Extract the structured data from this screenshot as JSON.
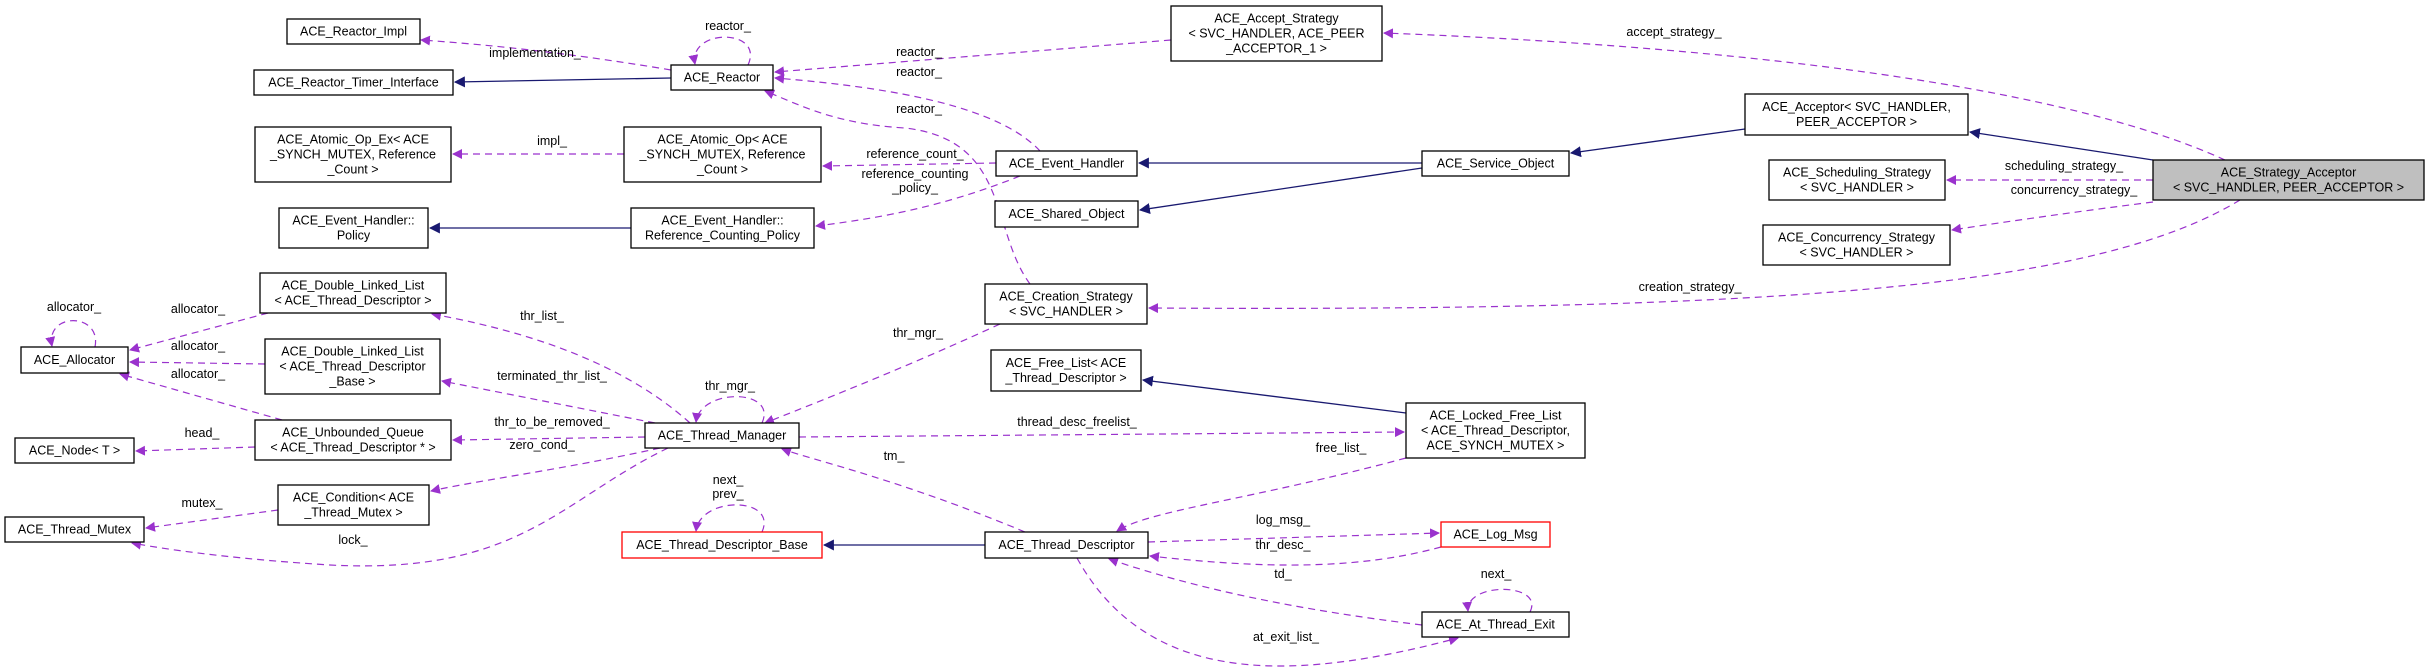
{
  "title": "ACE_Strategy_Acceptor collaboration diagram",
  "colors": {
    "usage_edge": "#9a32cd",
    "inheritance_edge": "#191970",
    "focus_node_fill": "#bfbfbf",
    "incomplete_node_border": "#ff0000"
  },
  "nodes": [
    {
      "id": "reactor_impl",
      "lines": [
        "ACE_Reactor_Impl"
      ]
    },
    {
      "id": "timer",
      "lines": [
        "ACE_Reactor_Timer_Interface"
      ]
    },
    {
      "id": "reactor",
      "lines": [
        "ACE_Reactor"
      ]
    },
    {
      "id": "atomic_ex",
      "lines": [
        "ACE_Atomic_Op_Ex< ACE",
        "_SYNCH_MUTEX, Reference",
        "_Count >"
      ]
    },
    {
      "id": "atomic",
      "lines": [
        "ACE_Atomic_Op< ACE",
        "_SYNCH_MUTEX, Reference",
        "_Count >"
      ]
    },
    {
      "id": "policy",
      "lines": [
        "ACE_Event_Handler::",
        "Policy"
      ]
    },
    {
      "id": "rcp",
      "lines": [
        "ACE_Event_Handler::",
        "Reference_Counting_Policy"
      ]
    },
    {
      "id": "dll",
      "lines": [
        "ACE_Double_Linked_List",
        "< ACE_Thread_Descriptor >"
      ]
    },
    {
      "id": "allocator",
      "lines": [
        "ACE_Allocator"
      ]
    },
    {
      "id": "dllb",
      "lines": [
        "ACE_Double_Linked_List",
        "< ACE_Thread_Descriptor",
        "_Base >"
      ]
    },
    {
      "id": "uq",
      "lines": [
        "ACE_Unbounded_Queue",
        "< ACE_Thread_Descriptor * >"
      ]
    },
    {
      "id": "node",
      "lines": [
        "ACE_Node< T >"
      ]
    },
    {
      "id": "cond",
      "lines": [
        "ACE_Condition< ACE",
        "_Thread_Mutex >"
      ]
    },
    {
      "id": "mutex",
      "lines": [
        "ACE_Thread_Mutex"
      ]
    },
    {
      "id": "tm",
      "lines": [
        "ACE_Thread_Manager"
      ]
    },
    {
      "id": "tdb",
      "lines": [
        "ACE_Thread_Descriptor_Base"
      ],
      "style": "red"
    },
    {
      "id": "accept",
      "lines": [
        "ACE_Accept_Strategy",
        "< SVC_HANDLER, ACE_PEER",
        "_ACCEPTOR_1 >"
      ]
    },
    {
      "id": "eh",
      "lines": [
        "ACE_Event_Handler"
      ]
    },
    {
      "id": "so",
      "lines": [
        "ACE_Service_Object"
      ]
    },
    {
      "id": "sho",
      "lines": [
        "ACE_Shared_Object"
      ]
    },
    {
      "id": "creation",
      "lines": [
        "ACE_Creation_Strategy",
        "< SVC_HANDLER >"
      ]
    },
    {
      "id": "freelist",
      "lines": [
        "ACE_Free_List< ACE",
        "_Thread_Descriptor >"
      ]
    },
    {
      "id": "lfl",
      "lines": [
        "ACE_Locked_Free_List",
        "< ACE_Thread_Descriptor,",
        "ACE_SYNCH_MUTEX >"
      ]
    },
    {
      "id": "td",
      "lines": [
        "ACE_Thread_Descriptor"
      ]
    },
    {
      "id": "logmsg",
      "lines": [
        "ACE_Log_Msg"
      ],
      "style": "red"
    },
    {
      "id": "ate",
      "lines": [
        "ACE_At_Thread_Exit"
      ]
    },
    {
      "id": "acceptor",
      "lines": [
        "ACE_Acceptor< SVC_HANDLER,",
        "PEER_ACCEPTOR >"
      ]
    },
    {
      "id": "sched",
      "lines": [
        "ACE_Scheduling_Strategy",
        "< SVC_HANDLER >"
      ]
    },
    {
      "id": "conc",
      "lines": [
        "ACE_Concurrency_Strategy",
        "< SVC_HANDLER >"
      ]
    },
    {
      "id": "sa",
      "lines": [
        "ACE_Strategy_Acceptor",
        "< SVC_HANDLER, PEER_ACCEPTOR >"
      ],
      "style": "gray"
    }
  ],
  "edges": [
    {
      "from": "reactor",
      "to": "timer",
      "kind": "inherit",
      "label": []
    },
    {
      "from": "rcp",
      "to": "policy",
      "kind": "inherit",
      "label": []
    },
    {
      "from": "so",
      "to": "eh",
      "kind": "inherit",
      "label": []
    },
    {
      "from": "so",
      "to": "sho",
      "kind": "inherit",
      "label": []
    },
    {
      "from": "acceptor",
      "to": "so",
      "kind": "inherit",
      "label": []
    },
    {
      "from": "sa",
      "to": "acceptor",
      "kind": "inherit",
      "label": []
    },
    {
      "from": "lfl",
      "to": "freelist",
      "kind": "inherit",
      "label": []
    },
    {
      "from": "td",
      "to": "tdb",
      "kind": "inherit",
      "label": []
    },
    {
      "from": "reactor",
      "to": "reactor_impl",
      "kind": "use",
      "label": [
        "implementation_"
      ]
    },
    {
      "from": "reactor",
      "to": "reactor",
      "kind": "use",
      "label": [
        "reactor_"
      ]
    },
    {
      "from": "accept",
      "to": "reactor",
      "kind": "use",
      "label": [
        "reactor_"
      ]
    },
    {
      "from": "eh",
      "to": "reactor",
      "kind": "use",
      "label": [
        "reactor_"
      ]
    },
    {
      "from": "creation",
      "to": "reactor",
      "kind": "use",
      "label": [
        "reactor_"
      ]
    },
    {
      "from": "atomic",
      "to": "atomic_ex",
      "kind": "use",
      "label": [
        "impl_"
      ]
    },
    {
      "from": "eh",
      "to": "atomic",
      "kind": "use",
      "label": [
        "reference_count_"
      ]
    },
    {
      "from": "eh",
      "to": "rcp",
      "kind": "use",
      "label": [
        "reference_counting",
        "_policy_"
      ]
    },
    {
      "from": "sa",
      "to": "accept",
      "kind": "use",
      "label": [
        "accept_strategy_"
      ]
    },
    {
      "from": "sa",
      "to": "sched",
      "kind": "use",
      "label": [
        "scheduling_strategy_"
      ]
    },
    {
      "from": "sa",
      "to": "conc",
      "kind": "use",
      "label": [
        "concurrency_strategy_"
      ]
    },
    {
      "from": "sa",
      "to": "creation",
      "kind": "use",
      "label": [
        "creation_strategy_"
      ]
    },
    {
      "from": "allocator",
      "to": "allocator",
      "kind": "use",
      "label": [
        "allocator_"
      ]
    },
    {
      "from": "dll",
      "to": "allocator",
      "kind": "use",
      "label": [
        "allocator_"
      ]
    },
    {
      "from": "dllb",
      "to": "allocator",
      "kind": "use",
      "label": [
        "allocator_"
      ]
    },
    {
      "from": "uq",
      "to": "allocator",
      "kind": "use",
      "label": [
        "allocator_"
      ]
    },
    {
      "from": "uq",
      "to": "node",
      "kind": "use",
      "label": [
        "head_"
      ]
    },
    {
      "from": "tm",
      "to": "dll",
      "kind": "use",
      "label": [
        "thr_list_"
      ]
    },
    {
      "from": "tm",
      "to": "dllb",
      "kind": "use",
      "label": [
        "terminated_thr_list_"
      ]
    },
    {
      "from": "tm",
      "to": "tm",
      "kind": "use",
      "label": [
        "thr_mgr_"
      ]
    },
    {
      "from": "creation",
      "to": "tm",
      "kind": "use",
      "label": [
        "thr_mgr_"
      ]
    },
    {
      "from": "tm",
      "to": "uq",
      "kind": "use",
      "label": [
        "thr_to_be_removed_"
      ]
    },
    {
      "from": "tm",
      "to": "cond",
      "kind": "use",
      "label": [
        "zero_cond_"
      ]
    },
    {
      "from": "cond",
      "to": "mutex",
      "kind": "use",
      "label": [
        "mutex_"
      ]
    },
    {
      "from": "tm",
      "to": "mutex",
      "kind": "use",
      "label": [
        "lock_"
      ]
    },
    {
      "from": "tm",
      "to": "lfl",
      "kind": "use",
      "label": [
        "thread_desc_freelist_"
      ]
    },
    {
      "from": "td",
      "to": "tm",
      "kind": "use",
      "label": [
        "tm_"
      ]
    },
    {
      "from": "lfl",
      "to": "td",
      "kind": "use",
      "label": [
        "free_list_"
      ]
    },
    {
      "from": "tdb",
      "to": "tdb",
      "kind": "use",
      "label": [
        "next_",
        "prev_"
      ]
    },
    {
      "from": "td",
      "to": "logmsg",
      "kind": "use",
      "label": [
        "log_msg_"
      ]
    },
    {
      "from": "logmsg",
      "to": "td",
      "kind": "use",
      "label": [
        "thr_desc_"
      ]
    },
    {
      "from": "ate",
      "to": "td",
      "kind": "use",
      "label": [
        "td_"
      ]
    },
    {
      "from": "ate",
      "to": "ate",
      "kind": "use",
      "label": [
        "next_"
      ]
    },
    {
      "from": "td",
      "to": "ate",
      "kind": "use",
      "label": [
        "at_exit_list_"
      ]
    }
  ]
}
